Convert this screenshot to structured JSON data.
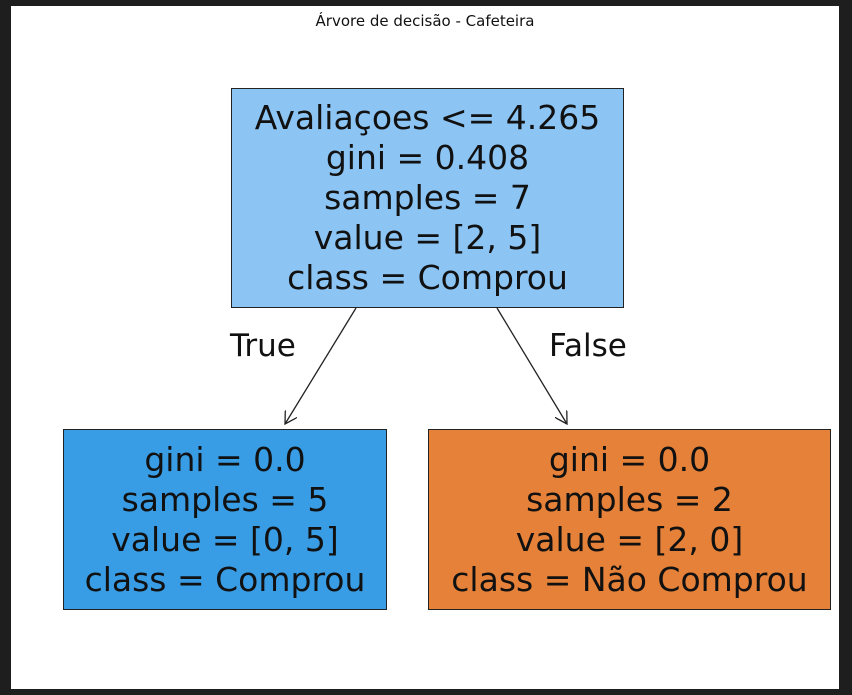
{
  "title": "Árvore de decisão - Cafeteira",
  "colors": {
    "root_fill": "#8cc4f3",
    "left_fill": "#399de5",
    "right_fill": "#e58139",
    "border": "#222222",
    "background": "#ffffff",
    "outer": "#1e1e1e"
  },
  "tree": {
    "root": {
      "condition": "Avaliaçoes <= 4.265",
      "gini": "gini = 0.408",
      "samples": "samples = 7",
      "value": "value = [2, 5]",
      "class": "class = Comprou"
    },
    "left": {
      "gini": "gini = 0.0",
      "samples": "samples = 5",
      "value": "value = [0, 5]",
      "class": "class = Comprou"
    },
    "right": {
      "gini": "gini = 0.0",
      "samples": "samples = 2",
      "value": "value = [2, 0]",
      "class": "class = Não Comprou"
    },
    "true_label": "True",
    "false_label": "False"
  }
}
